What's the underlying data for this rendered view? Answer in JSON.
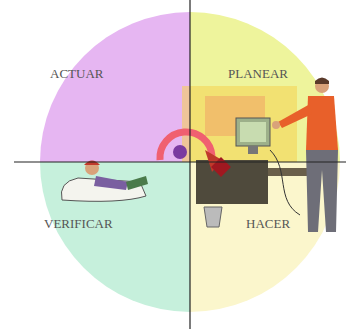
{
  "diagram": {
    "nodes": [
      {
        "text": [
          "ACTUAR"
        ]
      },
      {
        "text": [
          "PLANEAR"
        ]
      },
      {
        "text": [
          "VERIFICAR"
        ]
      },
      {
        "text": [
          "HACER"
        ]
      }
    ]
  }
}
